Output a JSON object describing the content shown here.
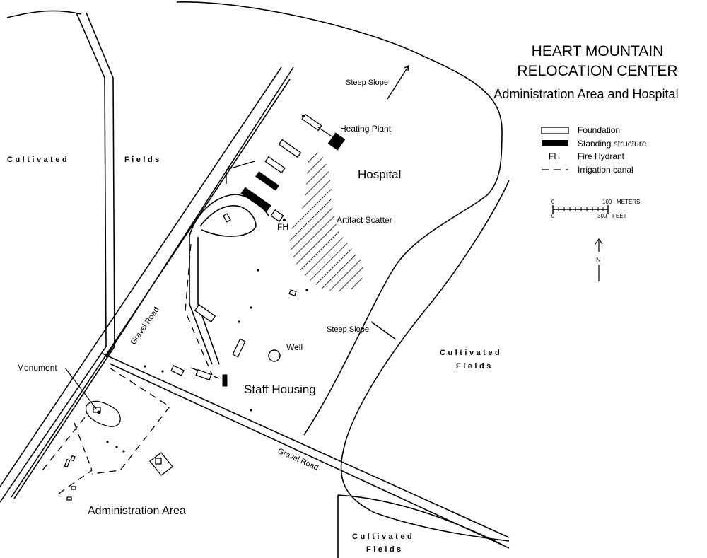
{
  "title": {
    "line1": "HEART MOUNTAIN",
    "line2": "RELOCATION CENTER",
    "subtitle": "Administration Area and Hospital"
  },
  "legend": {
    "foundation": "Foundation",
    "standing": "Standing structure",
    "fh_symbol": "FH",
    "fire_hydrant": "Fire Hydrant",
    "irrigation": "Irrigation canal"
  },
  "scale": {
    "top_zero": "0",
    "top_value": "100",
    "top_unit": "METERS",
    "bottom_zero": "0",
    "bottom_value": "300",
    "bottom_unit": "FEET"
  },
  "north": "N",
  "labels": {
    "cultivated": "Cultivated",
    "fields": "Fields",
    "steep_slope": "Steep Slope",
    "heating_plant": "Heating Plant",
    "hospital": "Hospital",
    "artifact_scatter": "Artifact Scatter",
    "fh": "FH",
    "well": "Well",
    "staff_housing": "Staff Housing",
    "gravel_road": "Gravel Road",
    "monument": "Monument",
    "administration_area": "Administration Area"
  }
}
